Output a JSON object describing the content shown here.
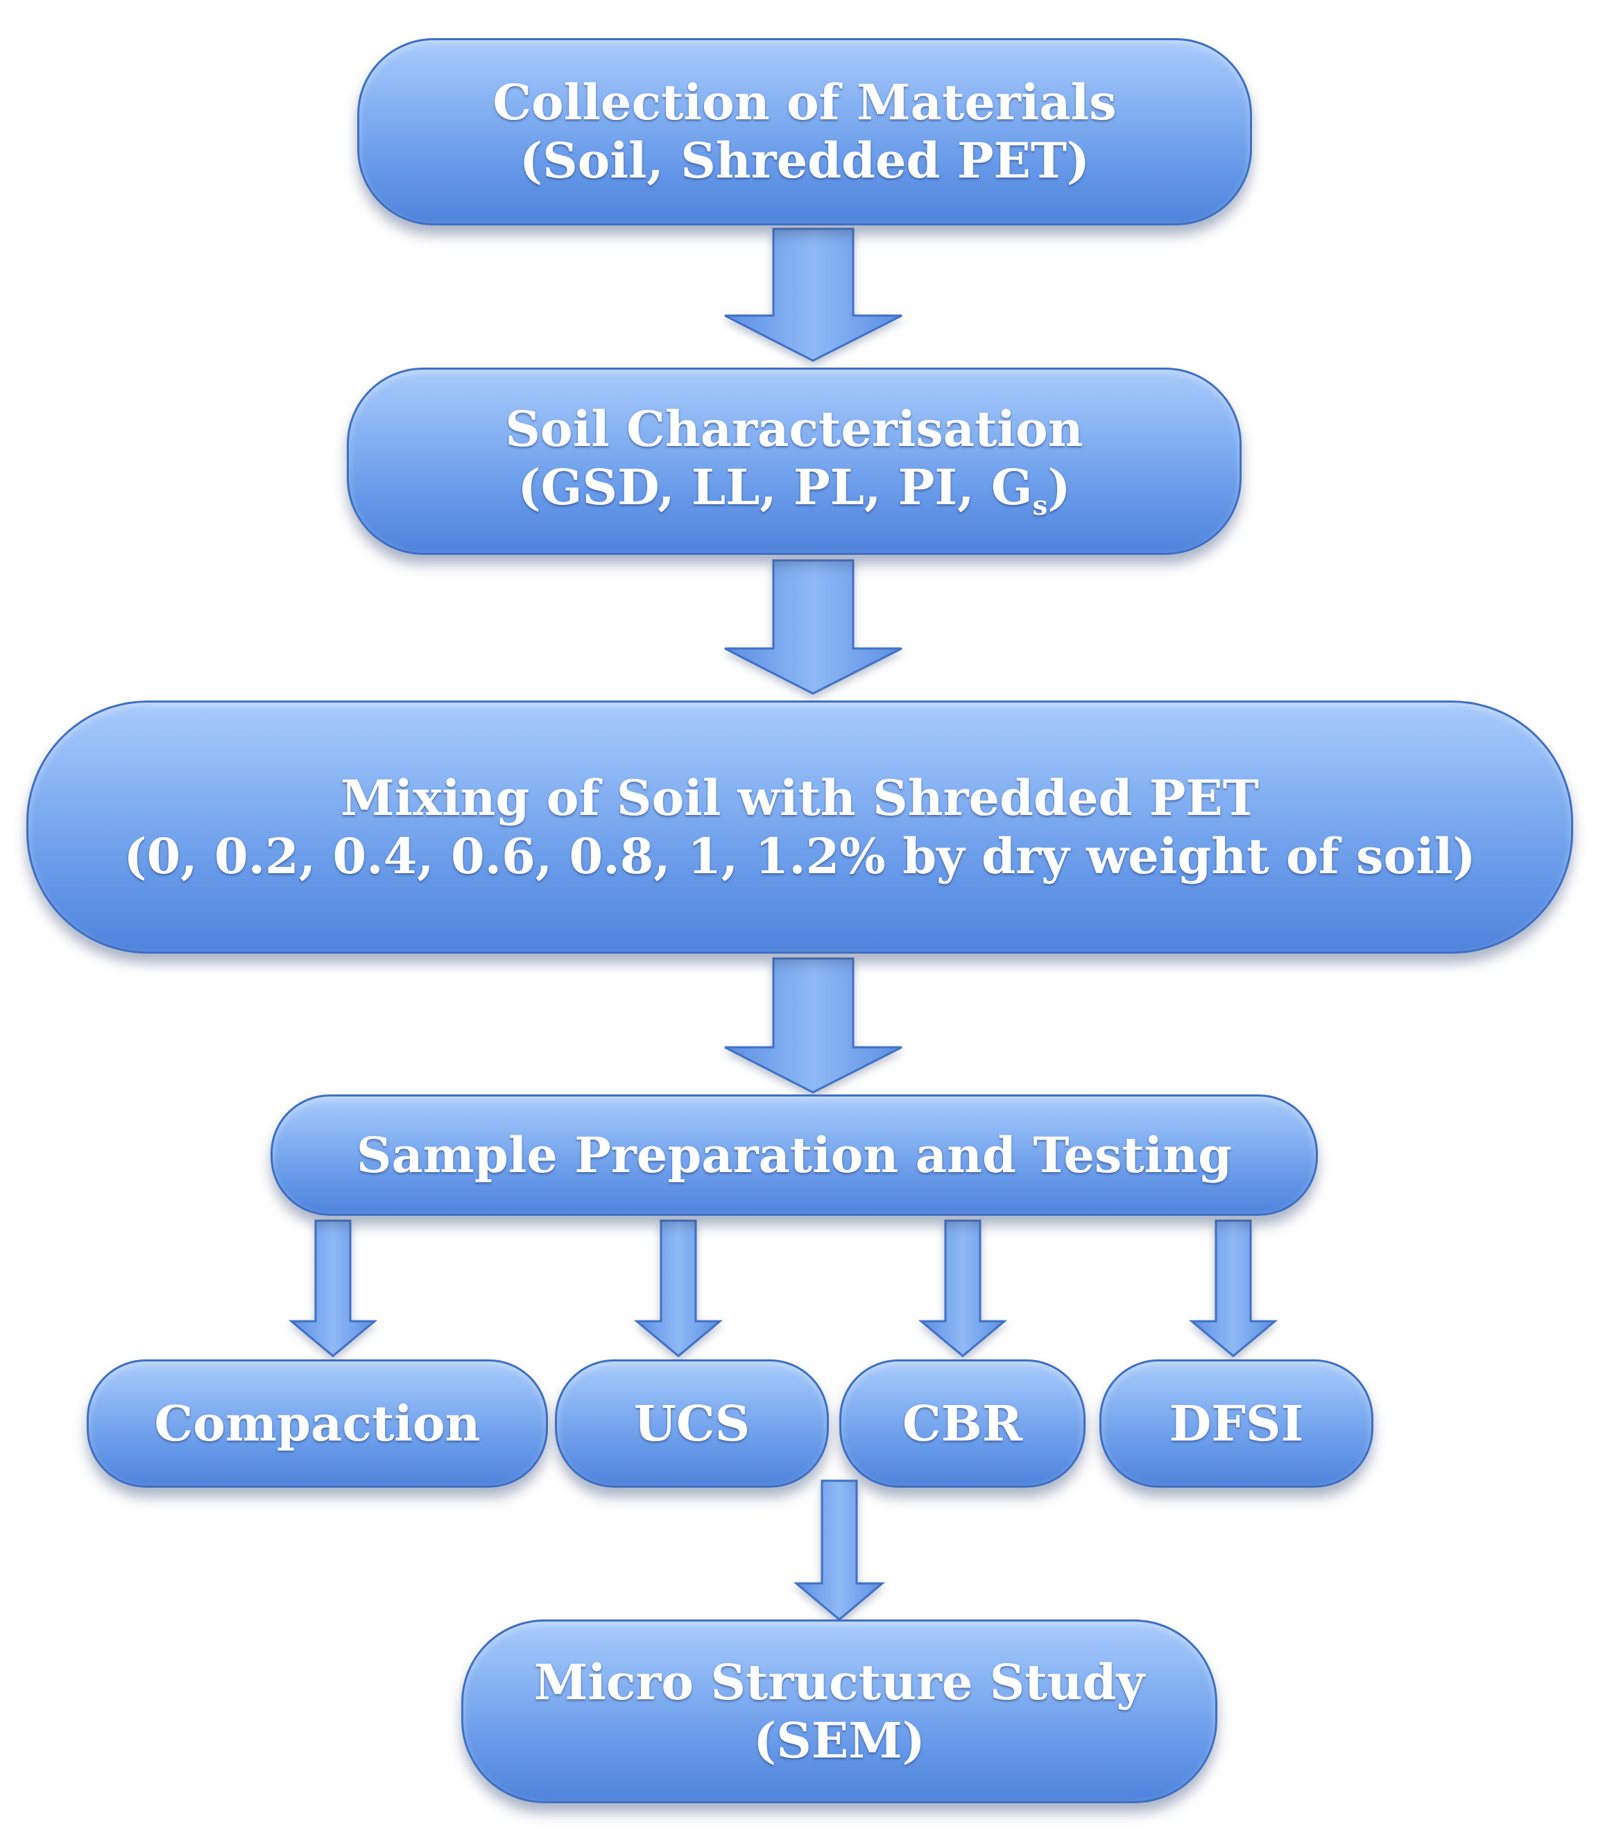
{
  "flowchart": {
    "collection": {
      "line1": "Collection of Materials",
      "line2": "(Soil, Shredded PET)"
    },
    "characterisation": {
      "line1": "Soil Characterisation",
      "line2_prefix": "(GSD,  LL,  PL, PI, G",
      "line2_sub": "s",
      "line2_suffix": ")"
    },
    "mixing": {
      "line1": "Mixing of Soil  with Shredded PET",
      "line2": "(0, 0.2, 0.4, 0.6, 0.8, 1, 1.2% by dry weight of soil)"
    },
    "sample": {
      "line1": "Sample Preparation and Testing"
    },
    "tests": {
      "compaction": "Compaction",
      "ucs": "UCS",
      "cbr": "CBR",
      "dfsi": "DFSI"
    },
    "micro": {
      "line1": "Micro Structure Study",
      "line2": "(SEM)"
    }
  },
  "colors": {
    "node_fill_top": "#a9cbfb",
    "node_fill_bottom": "#4f84dc",
    "node_border": "#3f6fc2",
    "text": "#ffffff"
  }
}
